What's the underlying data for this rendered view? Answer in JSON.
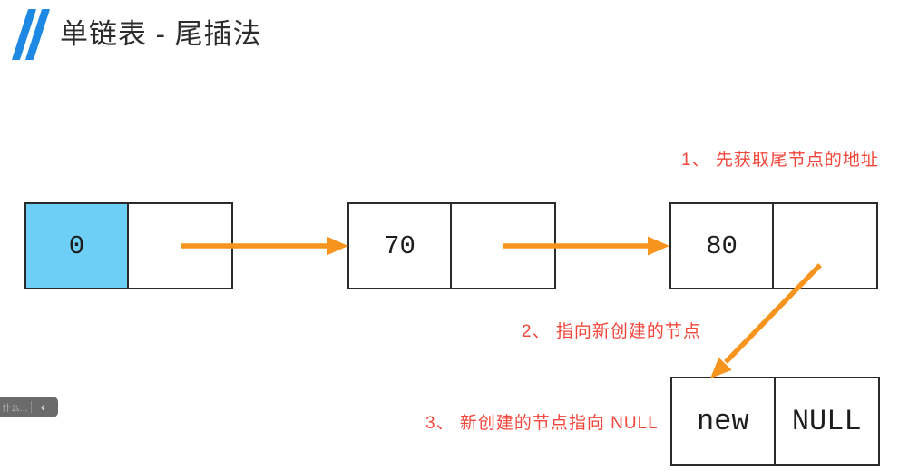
{
  "header": {
    "title": "单链表 - 尾插法"
  },
  "annotations": {
    "step1": "1、 先获取尾节点的地址",
    "step2": "2、 指向新创建的节点",
    "step3": "3、 新创建的节点指向 NULL"
  },
  "diagram": {
    "type": "singly-linked-list-tail-insert",
    "nodes": [
      {
        "name": "head",
        "data": "0",
        "next": "",
        "highlighted": true
      },
      {
        "name": "node-70",
        "data": "70",
        "next": "",
        "highlighted": false
      },
      {
        "name": "node-80",
        "data": "80",
        "next": "",
        "highlighted": false
      },
      {
        "name": "node-new",
        "data": "new",
        "next": "NULL",
        "highlighted": false
      }
    ],
    "links": [
      {
        "from": "head",
        "to": "node-70",
        "style": "horizontal"
      },
      {
        "from": "node-70",
        "to": "node-80",
        "style": "horizontal"
      },
      {
        "from": "node-80",
        "to": "node-new",
        "style": "diagonal"
      }
    ]
  },
  "overlay_widget": {
    "label": "什么...",
    "collapse_chevron": "‹"
  },
  "colors": {
    "accent_blue": "#1E88E5",
    "highlight_blue": "#6DCFF6",
    "arrow_orange": "#F7941E",
    "annotation_red": "#F4473C",
    "node_border": "#2B2B2B"
  }
}
